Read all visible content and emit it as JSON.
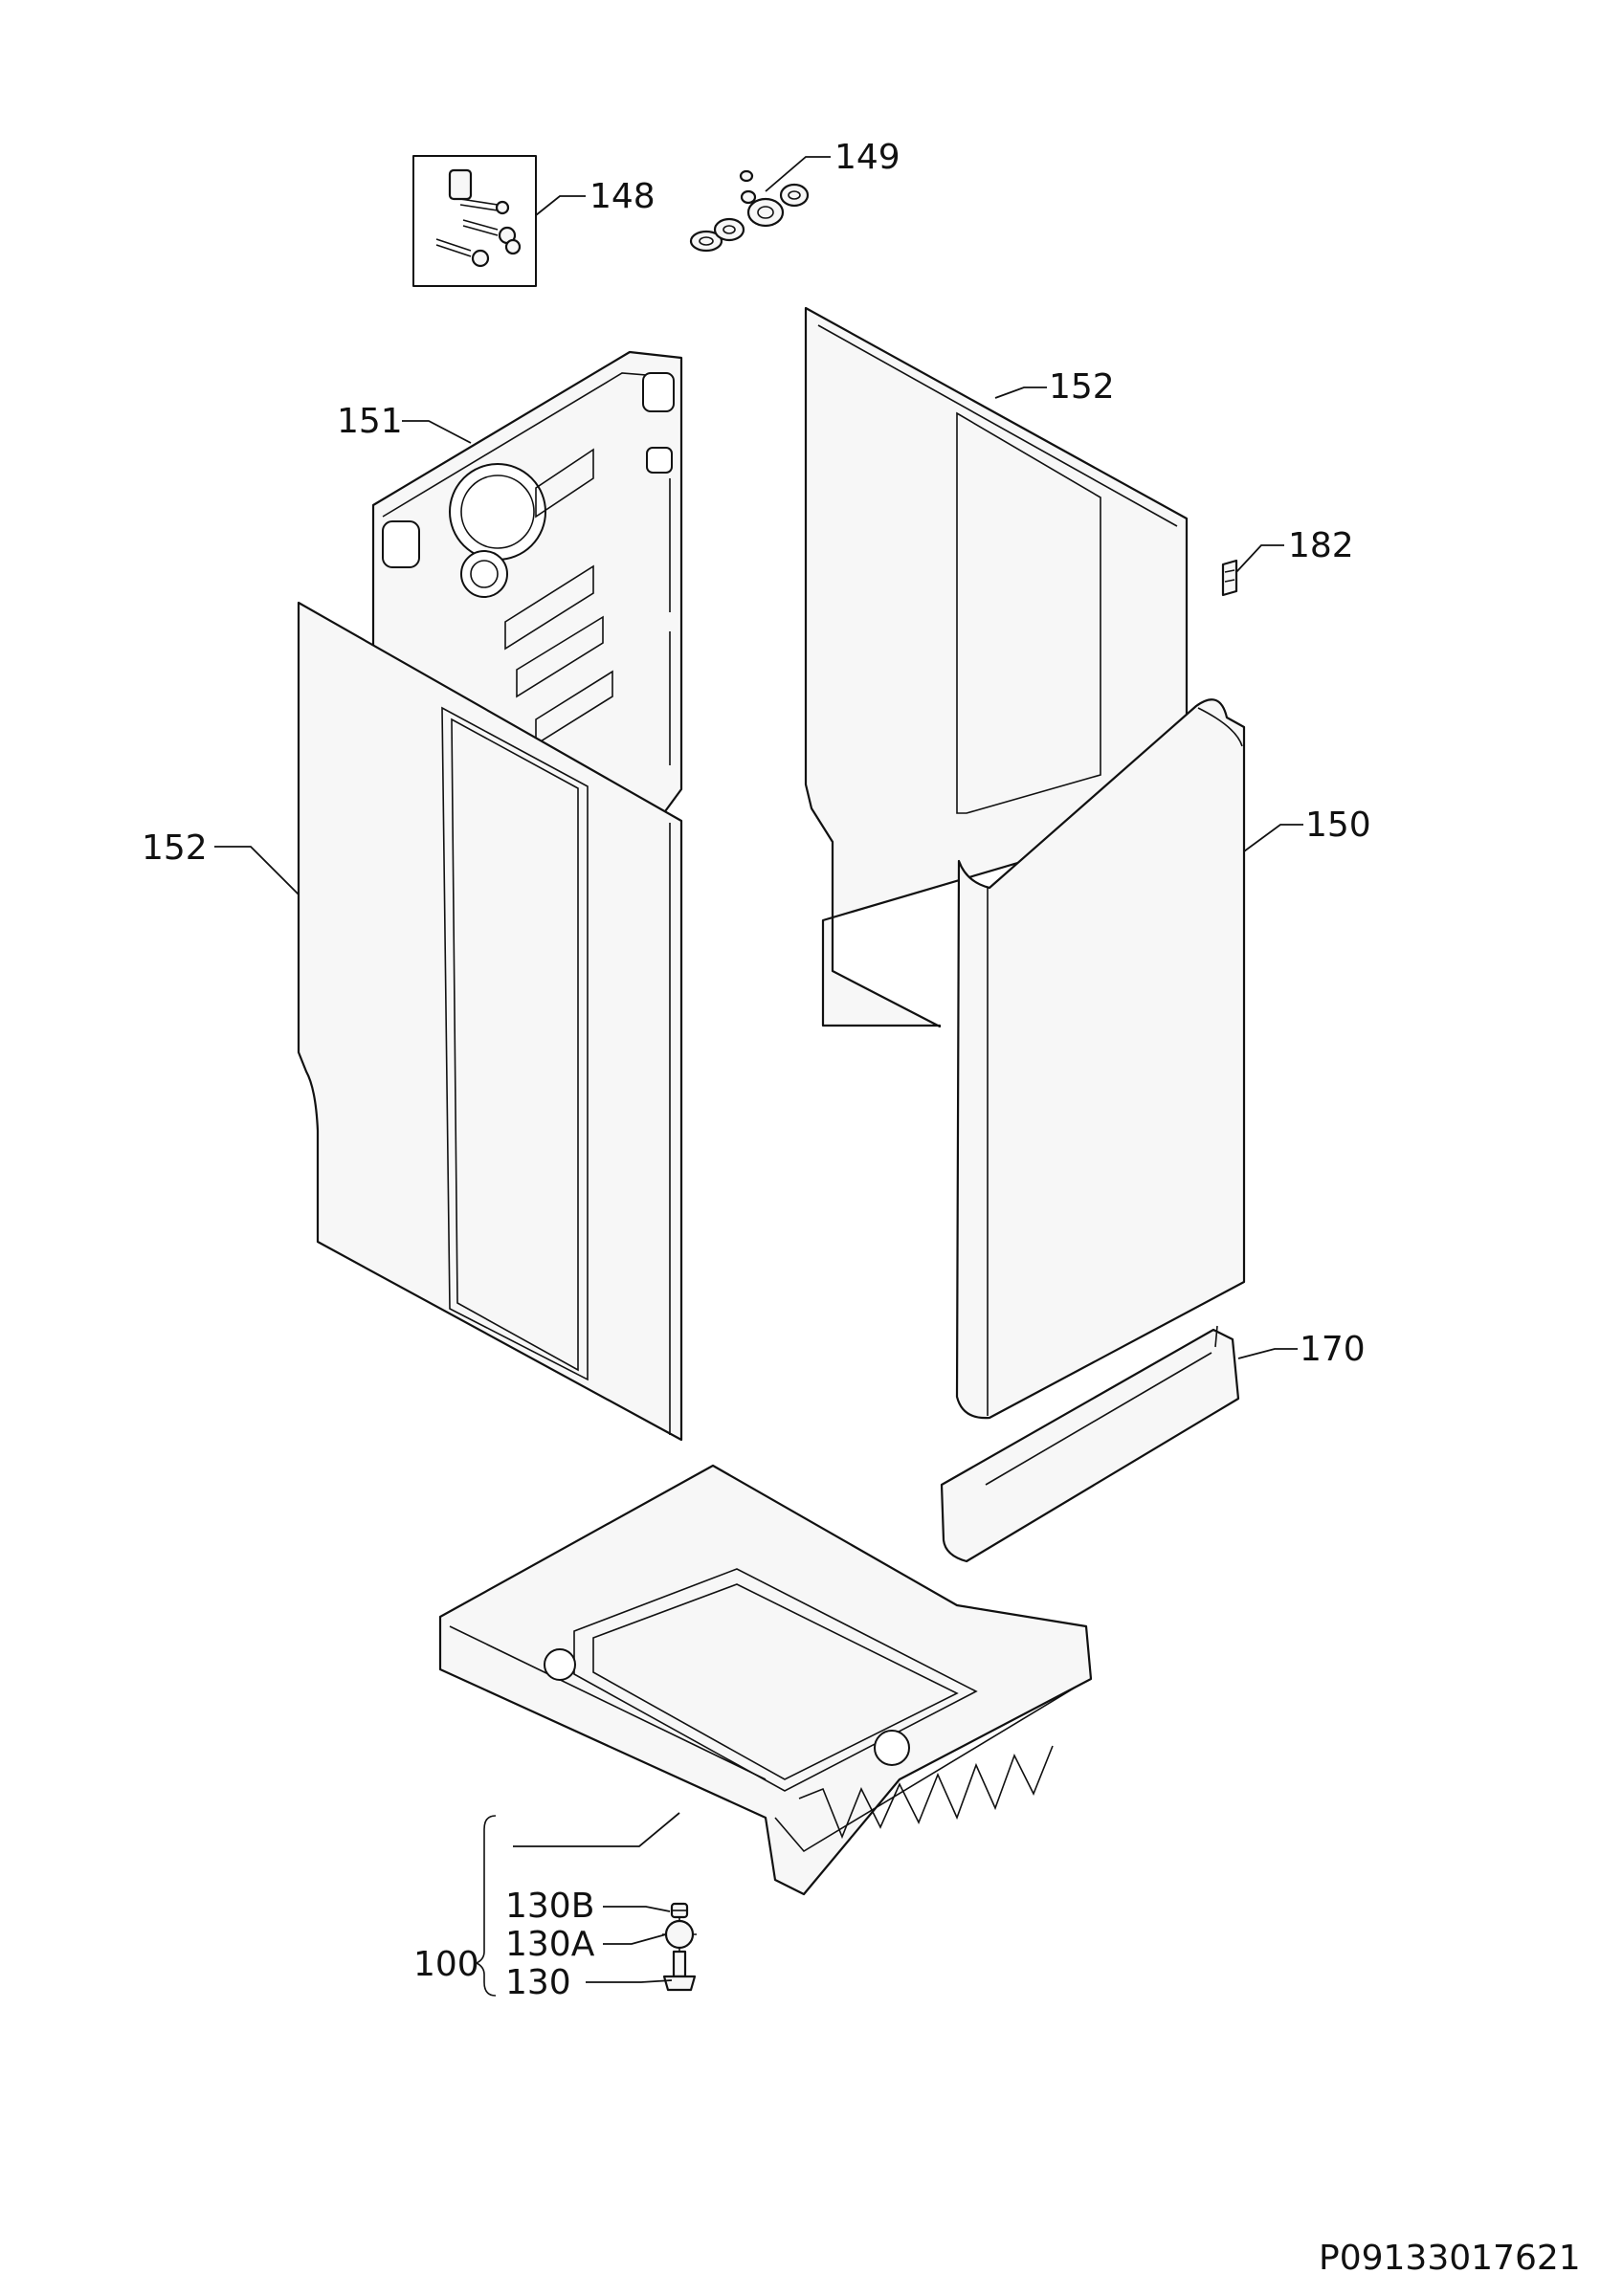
{
  "labels": {
    "l148": "148",
    "l149": "149",
    "l151": "151",
    "l152_top": "152",
    "l182": "182",
    "l152_left": "152",
    "l150": "150",
    "l170": "170",
    "l100": "100",
    "l130B": "130B",
    "l130A": "130A",
    "l130": "130"
  },
  "drawing_code": "P09133017621"
}
